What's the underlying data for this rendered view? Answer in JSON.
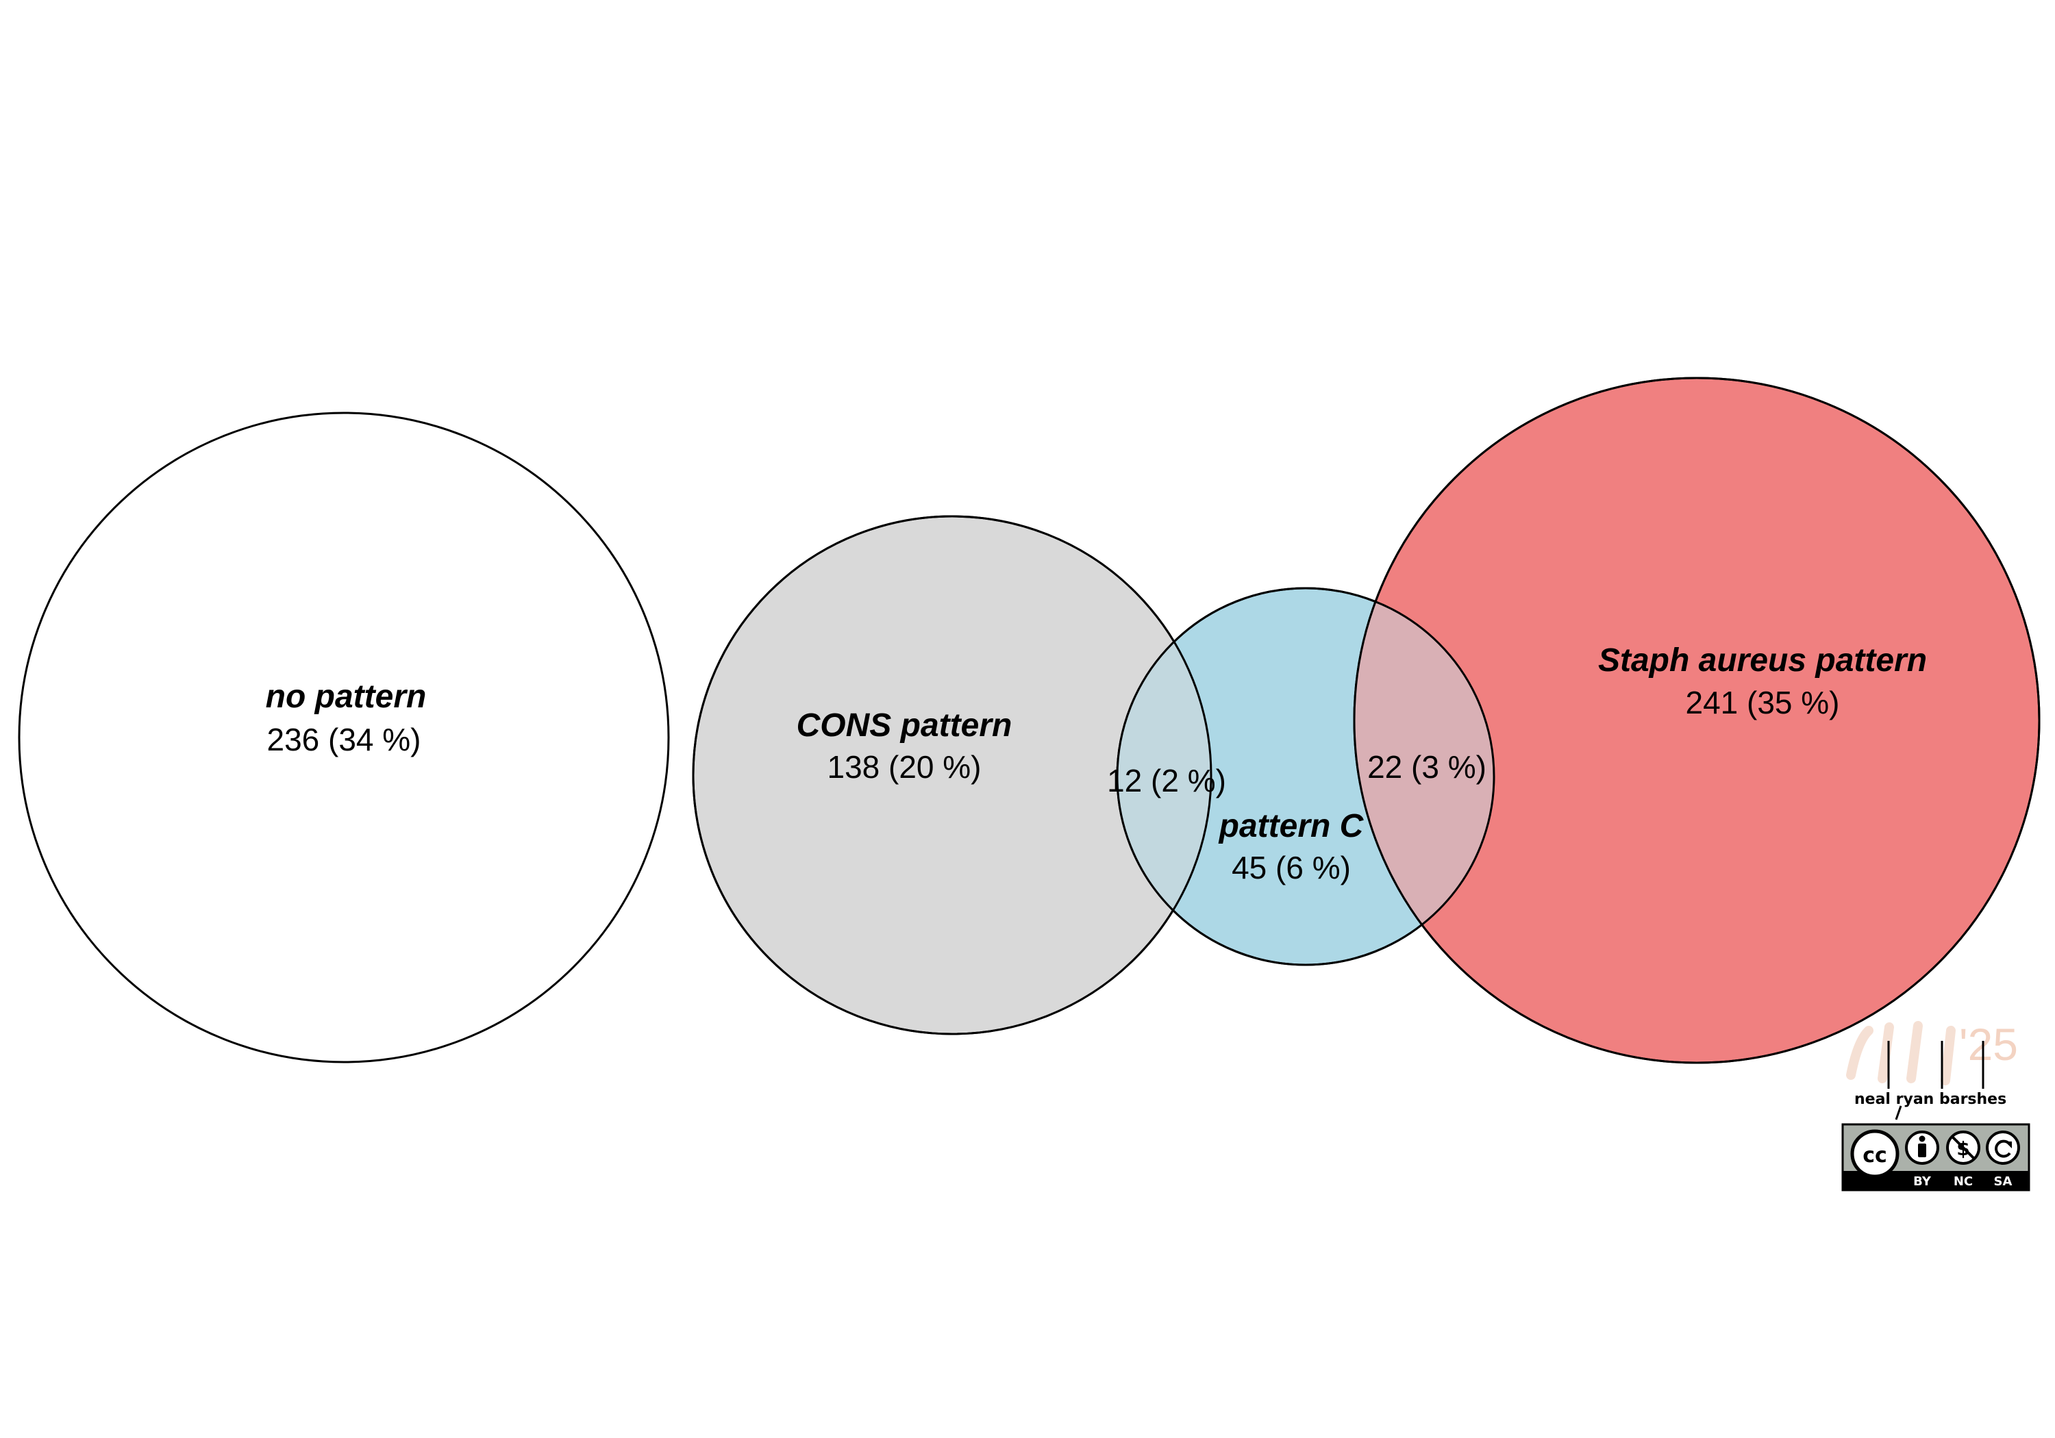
{
  "sets": [
    {
      "id": "no-pattern",
      "label": "no pattern",
      "count": "236 (34 %)",
      "color": "#ffffff"
    },
    {
      "id": "cons-pattern",
      "label": "CONS pattern",
      "count": "138 (20 %)",
      "color": "#d9d9d9"
    },
    {
      "id": "pattern-c",
      "label": "pattern C",
      "count": "45 (6 %)",
      "color": "#add8e6"
    },
    {
      "id": "staph-aureus-pattern",
      "label": "Staph aureus pattern",
      "count": "241 (35 %)",
      "color": "#f08080"
    }
  ],
  "overlaps": [
    {
      "id": "cons-and-pattern-c",
      "count": "12 (2 %)",
      "color": "#c2d8df"
    },
    {
      "id": "pattern-c-and-staph",
      "count": "22 (3 %)",
      "color": "#d9b0b5"
    }
  ],
  "watermark": {
    "year": "'25",
    "signature": "neal ryan barshes",
    "license": [
      "BY",
      "NC",
      "SA"
    ]
  }
}
